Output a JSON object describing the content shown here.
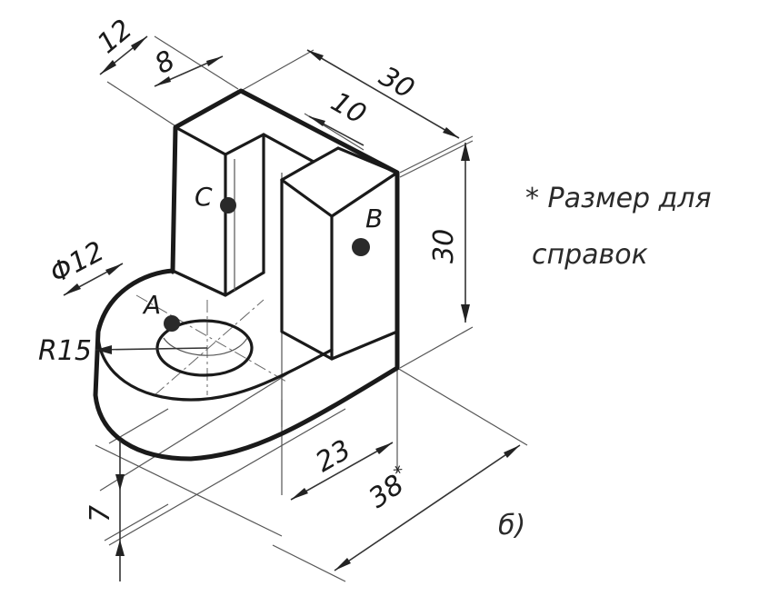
{
  "dimensions": {
    "d12": "12",
    "d8": "8",
    "d30_top": "30",
    "d10": "10",
    "d30_height": "30",
    "phi12": "Φ12",
    "r15": "R15",
    "d23": "23",
    "d38": "38",
    "d38_mark": "*",
    "d7": "7"
  },
  "points": {
    "a": "A",
    "b": "B",
    "c": "C"
  },
  "note": {
    "line1": "* Размер для",
    "line2": "справок"
  },
  "caption": "б)"
}
